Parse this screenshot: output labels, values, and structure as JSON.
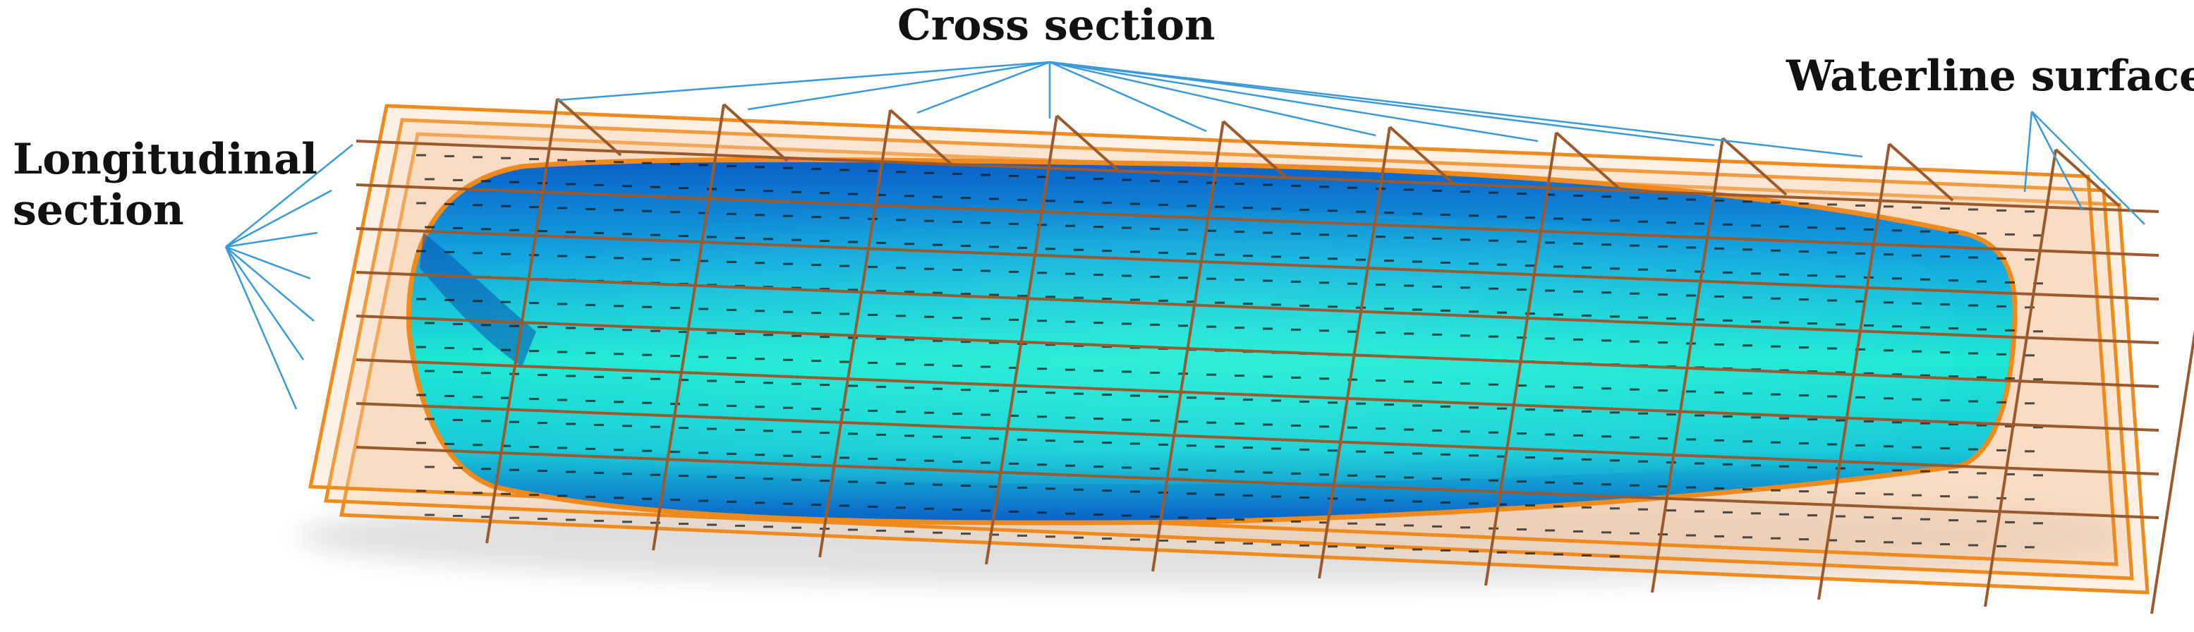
{
  "labels": {
    "cross_section": "Cross section",
    "waterline_surface": "Waterline surface",
    "longitudinal_line1": "Longitudinal",
    "longitudinal_line2": "section"
  },
  "colors": {
    "leader_line": "#3a9ad9",
    "waterline_plane_stroke": "#f08a1c",
    "waterline_plane_fill": "#f5c9a0",
    "section_line": "#9a5a2e",
    "hull_dark": "#0b5fc8",
    "hull_light": "#1ee8d4",
    "hull_outline": "#f08a1c",
    "mesh_marks": "#1a1a1a"
  },
  "counts": {
    "cross_sections": 11,
    "waterline_surfaces": 3,
    "longitudinal_sections": 8
  }
}
